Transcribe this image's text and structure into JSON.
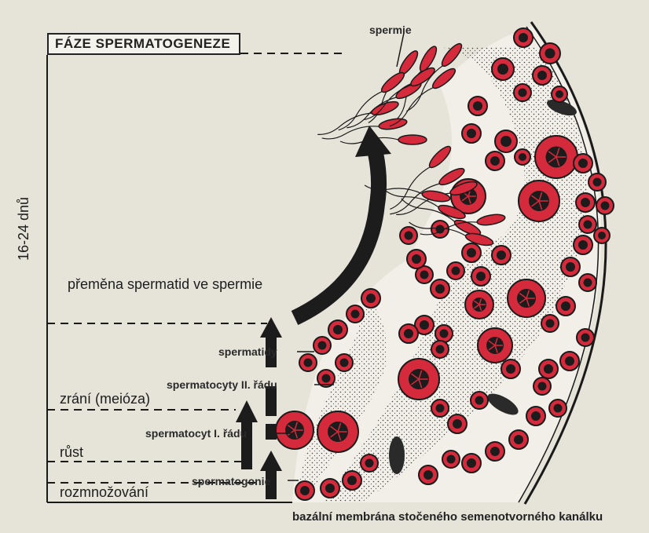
{
  "title": "FÁZE SPERMATOGENEZE",
  "duration_label": "16-24 dnů",
  "phases": {
    "transformation": "přeměna spermatid ve spermie",
    "maturation": "zrání (meióza)",
    "growth": "růst",
    "multiplication": "rozmnožování"
  },
  "cells": {
    "spermatozoa": "spermie",
    "spermatids": "spermatidy",
    "secondary_spermatocytes": "spermatocyty II. řádu",
    "primary_spermatocyte": "spermatocyt I. řádu",
    "spermatogonia": "spermatogonie"
  },
  "caption": "bazální membrána stočeného semenotvorného kanálku",
  "colors": {
    "cell_red": "#d42a3c",
    "ink": "#1a1a1a",
    "stroma": "#e7e4dc"
  }
}
